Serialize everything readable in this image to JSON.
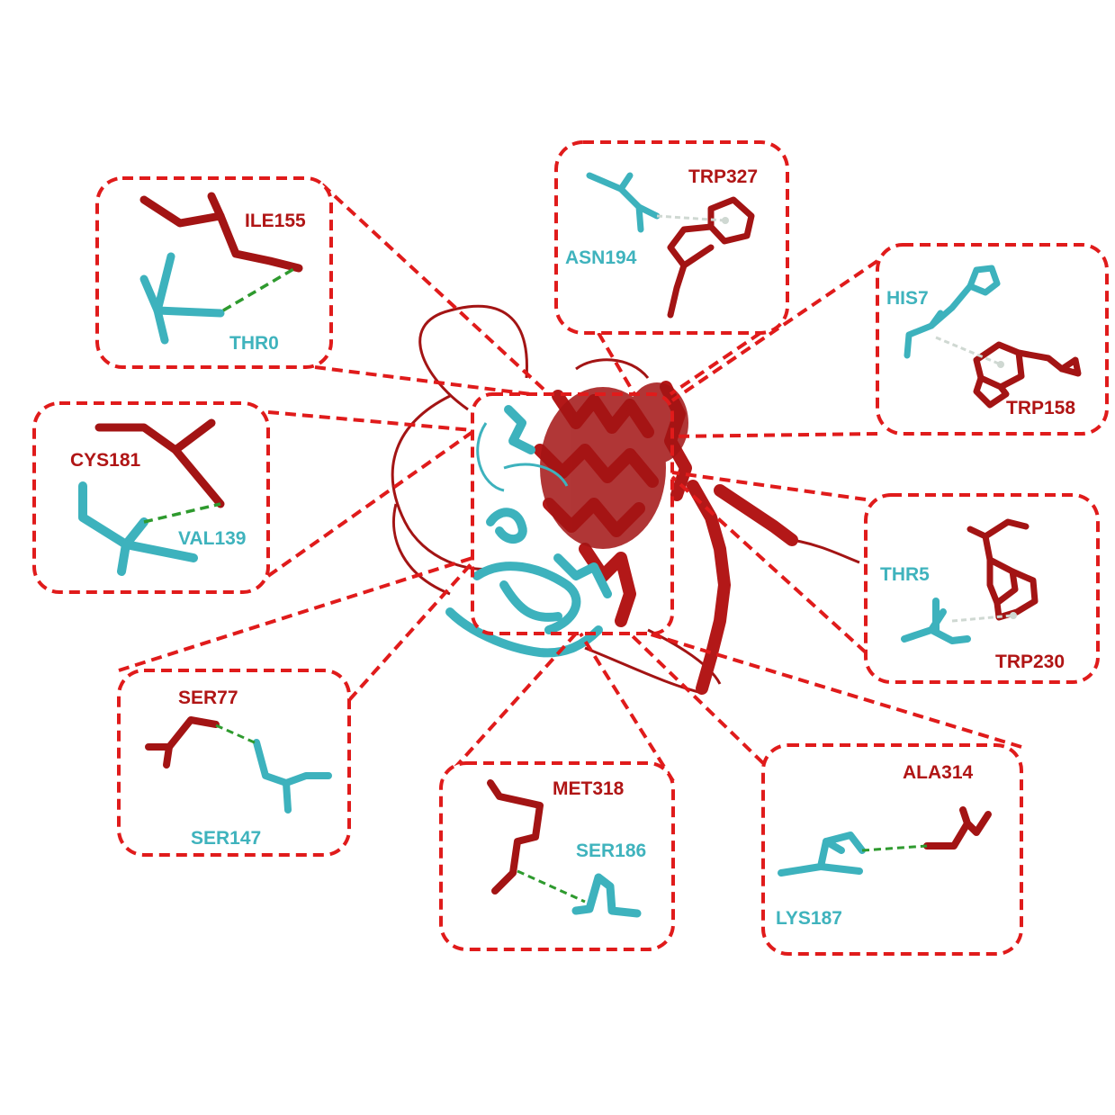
{
  "colors": {
    "chain_a": "#a31414",
    "chain_b": "#3db2bd",
    "callout": "#e01b1b",
    "hbond": "#2e9a2e",
    "pi_contact": "#cfd8d2"
  },
  "interactions": [
    {
      "id": "ile155-thr0",
      "red_residue": "ILE155",
      "cyan_residue": "THR0",
      "contact": "hydrogen-bond"
    },
    {
      "id": "cys181-val139",
      "red_residue": "CYS181",
      "cyan_residue": "VAL139",
      "contact": "hydrogen-bond"
    },
    {
      "id": "ser77-ser147",
      "red_residue": "SER77",
      "cyan_residue": "SER147",
      "contact": "hydrogen-bond"
    },
    {
      "id": "met318-ser186",
      "red_residue": "MET318",
      "cyan_residue": "SER186",
      "contact": "hydrogen-bond"
    },
    {
      "id": "ala314-lys187",
      "red_residue": "ALA314",
      "cyan_residue": "LYS187",
      "contact": "hydrogen-bond"
    },
    {
      "id": "trp327-asn194",
      "red_residue": "TRP327",
      "cyan_residue": "ASN194",
      "contact": "pi-interaction"
    },
    {
      "id": "trp158-his7",
      "red_residue": "TRP158",
      "cyan_residue": "HIS7",
      "contact": "pi-interaction"
    },
    {
      "id": "trp230-thr5",
      "red_residue": "TRP230",
      "cyan_residue": "THR5",
      "contact": "pi-interaction"
    }
  ]
}
